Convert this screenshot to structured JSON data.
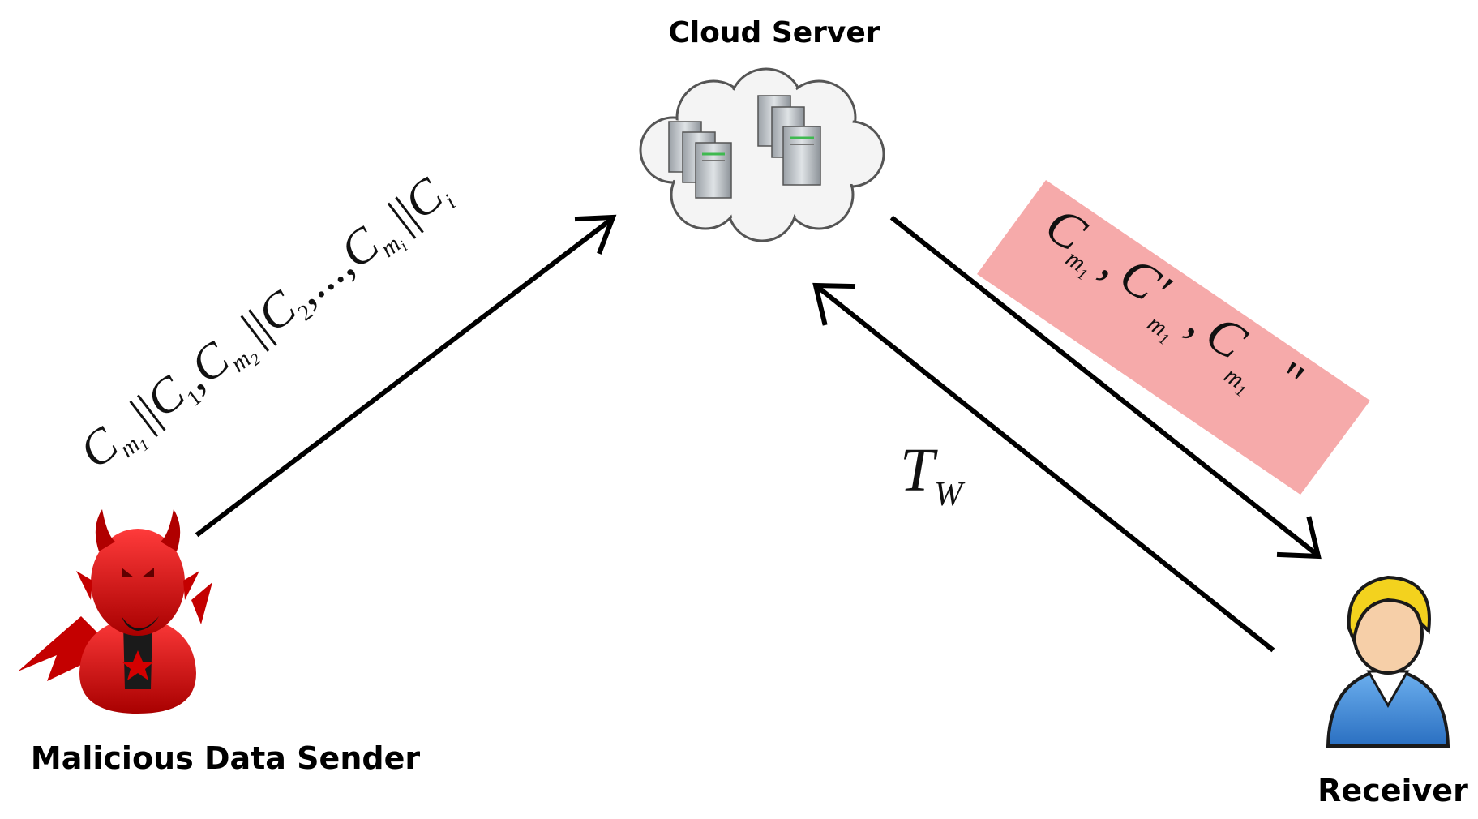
{
  "nodes": {
    "cloud": {
      "label": "Cloud Server",
      "icon": "cloud-server-icon"
    },
    "sender": {
      "label": "Malicious Data Sender",
      "icon": "devil-icon"
    },
    "receiver": {
      "label": "Receiver",
      "icon": "user-icon"
    }
  },
  "edges": {
    "upload": {
      "label": {
        "c": "C",
        "sub_m": "m",
        "sub_1": "1",
        "sub_2": "2",
        "sub_i": "i",
        "sep": "||",
        "comma": ",",
        "ellipsis": ",...,"
      }
    },
    "trapdoor": {
      "T": "T",
      "sub": "W"
    },
    "response": {
      "c": "C",
      "cprime": "C'",
      "sub_m": "m",
      "sub_1": "1",
      "comma": ",",
      "dprime": "\""
    }
  },
  "colors": {
    "devil": "#d40000",
    "highlight": "#f6a5a5",
    "receiver_hair": "#f3d21e",
    "receiver_shirt": "#3d86d9",
    "cloud": "#f4f4f4"
  }
}
